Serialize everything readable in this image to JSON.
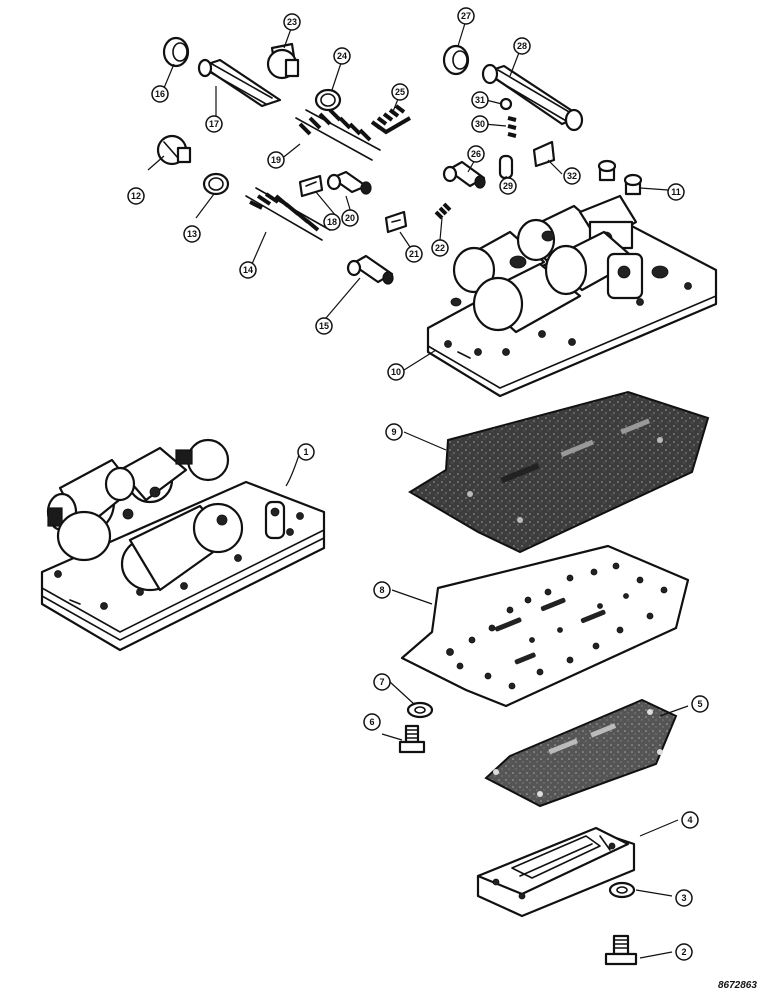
{
  "diagram": {
    "drawing_code": "8672863",
    "callouts": {
      "c1": "1",
      "c2": "2",
      "c3": "3",
      "c4": "4",
      "c5": "5",
      "c6": "6",
      "c7": "7",
      "c8": "8",
      "c9": "9",
      "c10": "10",
      "c11": "11",
      "c12": "12",
      "c13": "13",
      "c14": "14",
      "c15": "15",
      "c16": "16",
      "c17": "17",
      "c18": "18",
      "c19": "19",
      "c20": "20",
      "c21": "21",
      "c22": "22",
      "c23": "23",
      "c24": "24",
      "c25": "25",
      "c26": "26",
      "c27": "27",
      "c28": "28",
      "c29": "29",
      "c30": "30",
      "c31": "31",
      "c32": "32"
    }
  }
}
